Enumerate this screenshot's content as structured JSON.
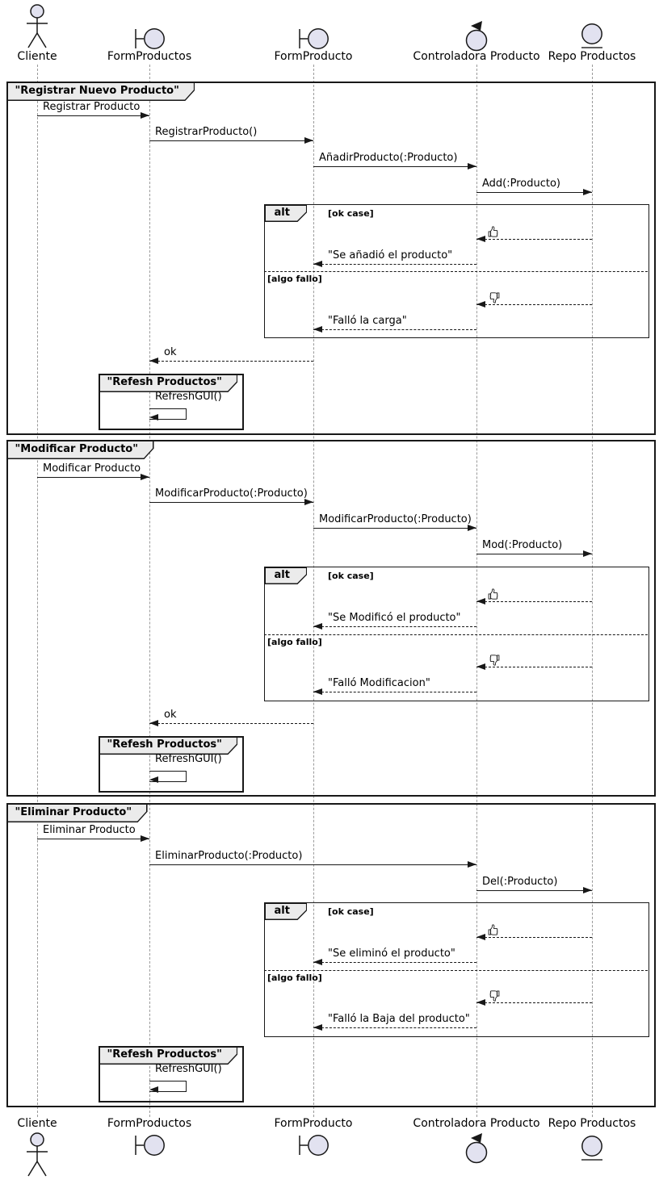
{
  "participants": [
    {
      "name": "Cliente",
      "type": "actor"
    },
    {
      "name": "FormProductos",
      "type": "boundary"
    },
    {
      "name": "FormProducto",
      "type": "boundary"
    },
    {
      "name": "Controladora Producto",
      "type": "control"
    },
    {
      "name": "Repo Productos",
      "type": "entity"
    }
  ],
  "frames": [
    {
      "title": "\"Registrar Nuevo Producto\"",
      "messages": [
        {
          "label": "Registrar Producto",
          "from": "Cliente",
          "to": "FormProductos",
          "style": "solid"
        },
        {
          "label": "RegistrarProducto()",
          "from": "FormProductos",
          "to": "FormProducto",
          "style": "solid"
        },
        {
          "label": "AñadirProducto(:Producto)",
          "from": "FormProducto",
          "to": "Controladora Producto",
          "style": "solid"
        },
        {
          "label": "Add(:Producto)",
          "from": "Controladora Producto",
          "to": "Repo Productos",
          "style": "solid"
        }
      ],
      "alt": {
        "operator": "alt",
        "sections": [
          {
            "condition": "[ok case]",
            "messages": [
              {
                "icon": "thumbs-up-icon",
                "label": "",
                "from": "Repo Productos",
                "to": "Controladora Producto",
                "style": "dotted"
              },
              {
                "label": "\"Se añadió el producto\"",
                "from": "Controladora Producto",
                "to": "FormProducto",
                "style": "dotted"
              }
            ]
          },
          {
            "condition": "[algo fallo]",
            "messages": [
              {
                "icon": "thumbs-down-icon",
                "label": "",
                "from": "Repo Productos",
                "to": "Controladora Producto",
                "style": "dotted"
              },
              {
                "label": "\"Falló la carga\"",
                "from": "Controladora Producto",
                "to": "FormProducto",
                "style": "dotted"
              }
            ]
          }
        ]
      },
      "return_message": {
        "label": "ok",
        "from": "FormProducto",
        "to": "FormProductos",
        "style": "dotted"
      },
      "sub_frame": {
        "title": "\"Refesh Productos\"",
        "self_message": {
          "label": "RefreshGUI()",
          "on": "FormProductos"
        }
      }
    },
    {
      "title": "\"Modificar Producto\"",
      "messages": [
        {
          "label": "Modificar Producto",
          "from": "Cliente",
          "to": "FormProductos",
          "style": "solid"
        },
        {
          "label": "ModificarProducto(:Producto)",
          "from": "FormProductos",
          "to": "FormProducto",
          "style": "solid"
        },
        {
          "label": "ModificarProducto(:Producto)",
          "from": "FormProducto",
          "to": "Controladora Producto",
          "style": "solid"
        },
        {
          "label": "Mod(:Producto)",
          "from": "Controladora Producto",
          "to": "Repo Productos",
          "style": "solid"
        }
      ],
      "alt": {
        "operator": "alt",
        "sections": [
          {
            "condition": "[ok case]",
            "messages": [
              {
                "icon": "thumbs-up-icon",
                "label": "",
                "from": "Repo Productos",
                "to": "Controladora Producto",
                "style": "dotted"
              },
              {
                "label": "\"Se Modificó el producto\"",
                "from": "Controladora Producto",
                "to": "FormProducto",
                "style": "dotted"
              }
            ]
          },
          {
            "condition": "[algo fallo]",
            "messages": [
              {
                "icon": "thumbs-down-icon",
                "label": "",
                "from": "Repo Productos",
                "to": "Controladora Producto",
                "style": "dotted"
              },
              {
                "label": "\"Falló Modificacion\"",
                "from": "Controladora Producto",
                "to": "FormProducto",
                "style": "dotted"
              }
            ]
          }
        ]
      },
      "return_message": {
        "label": "ok",
        "from": "FormProducto",
        "to": "FormProductos",
        "style": "dotted"
      },
      "sub_frame": {
        "title": "\"Refesh Productos\"",
        "self_message": {
          "label": "RefreshGUI()",
          "on": "FormProductos"
        }
      }
    },
    {
      "title": "\"Eliminar Producto\"",
      "messages": [
        {
          "label": "Eliminar Producto",
          "from": "Cliente",
          "to": "FormProductos",
          "style": "solid"
        },
        {
          "label": "EliminarProducto(:Producto)",
          "from": "FormProductos",
          "to": "Controladora Producto",
          "style": "solid"
        },
        {
          "label": "Del(:Producto)",
          "from": "Controladora Producto",
          "to": "Repo Productos",
          "style": "solid"
        }
      ],
      "alt": {
        "operator": "alt",
        "sections": [
          {
            "condition": "[ok case]",
            "messages": [
              {
                "icon": "thumbs-up-icon",
                "label": "",
                "from": "Repo Productos",
                "to": "Controladora Producto",
                "style": "dotted"
              },
              {
                "label": "\"Se eliminó el producto\"",
                "from": "Controladora Producto",
                "to": "FormProducto",
                "style": "dotted"
              }
            ]
          },
          {
            "condition": "[algo fallo]",
            "messages": [
              {
                "icon": "thumbs-down-icon",
                "label": "",
                "from": "Repo Productos",
                "to": "Controladora Producto",
                "style": "dotted"
              },
              {
                "label": "\"Falló la Baja del producto\"",
                "from": "Controladora Producto",
                "to": "FormProducto",
                "style": "dotted"
              }
            ]
          }
        ]
      },
      "sub_frame": {
        "title": "\"Refesh Productos\"",
        "self_message": {
          "label": "RefreshGUI()",
          "on": "FormProductos"
        }
      }
    }
  ],
  "colors": {
    "icon_fill": "#E2E2F0",
    "line": "#181818",
    "tab_bg": "#EBEBEB",
    "lifeline": "#999999",
    "background": "#FFFFFF"
  }
}
